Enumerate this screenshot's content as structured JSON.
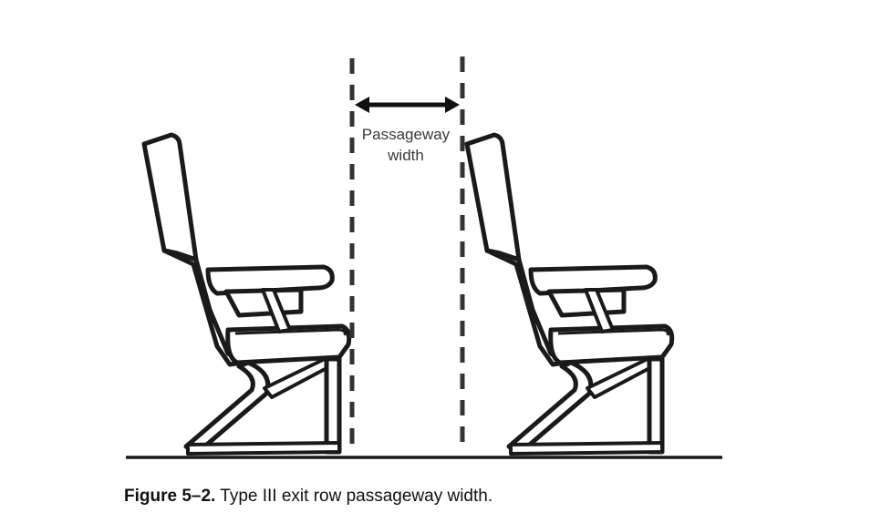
{
  "diagram": {
    "label_line1": "Passageway",
    "label_line2": "width"
  },
  "caption": {
    "number": "Figure 5–2.",
    "text": " Type III exit row passageway width."
  },
  "colors": {
    "stroke": "#1a1a1a",
    "text": "#3a3a3a"
  }
}
